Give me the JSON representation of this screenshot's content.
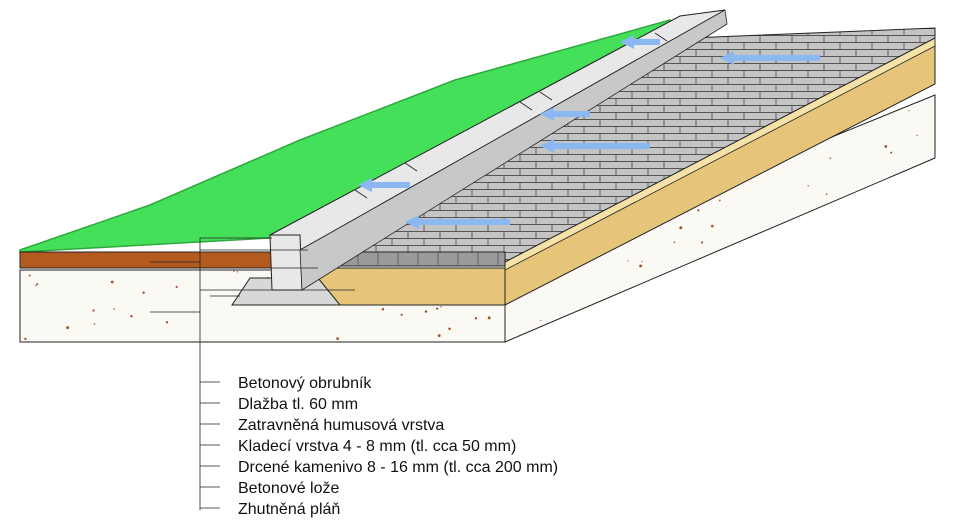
{
  "diagram": {
    "colors": {
      "grass": "#45E05A",
      "grass_edge": "#2FA83E",
      "humus": "#B35A1E",
      "sand": "#E6C57B",
      "sand_light": "#F5E2A8",
      "subgrade": "#FBF9F3",
      "paving_top": "#C4C4C4",
      "paving_front": "#9A9A9A",
      "paving_joint": "#555555",
      "curb": "#E8E8E8",
      "curb_dark": "#C8C8C8",
      "concrete_bed": "#D8D8D8",
      "arrow": "#8CB8F2",
      "gravel_dot": "#A0522D"
    },
    "legend": {
      "items": [
        "Betonový obrubník",
        "Dlažba tl. 60 mm",
        "Zatravněná humusová vrstva",
        "Kladecí vrstva 4 - 8 mm (tl. cca 50 mm)",
        "Drcené kamenivo 8 - 16 mm (tl. cca 200 mm)",
        "Betonové lože",
        "Zhutněná pláň"
      ]
    },
    "icons": [
      "flow-arrow-icon"
    ]
  }
}
